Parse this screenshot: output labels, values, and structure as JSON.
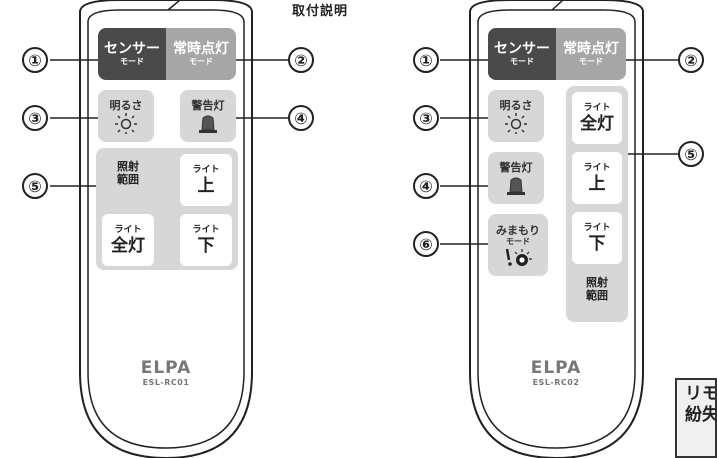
{
  "top_label": "取付説明",
  "remote1": {
    "sensor_button": {
      "line1": "センサー",
      "line2": "モード"
    },
    "constant_button": {
      "line1": "常時点灯",
      "line2": "モード"
    },
    "brightness_button": {
      "label": "明るさ",
      "icon": "sun-icon"
    },
    "warning_button": {
      "label": "警告灯",
      "icon": "warning-light-icon"
    },
    "range_panel": {
      "label": "照射\n範囲",
      "up_button": {
        "small": "ライト",
        "big": "上"
      },
      "all_button": {
        "small": "ライト",
        "big": "全灯"
      },
      "down_button": {
        "small": "ライト",
        "big": "下"
      }
    },
    "brand": "ELPA",
    "model": "ESL-RC01"
  },
  "remote2": {
    "sensor_button": {
      "line1": "センサー",
      "line2": "モード"
    },
    "constant_button": {
      "line1": "常時点灯",
      "line2": "モード"
    },
    "brightness_button": {
      "label": "明るさ",
      "icon": "sun-icon"
    },
    "warning_button": {
      "label": "警告灯",
      "icon": "warning-light-icon"
    },
    "mimamori_button": {
      "line1": "みまもり",
      "line2": "モード",
      "icon": "watching-eye-icon"
    },
    "range_panel": {
      "label": "照射\n範囲",
      "all_button": {
        "small": "ライト",
        "big": "全灯"
      },
      "up_button": {
        "small": "ライト",
        "big": "上"
      },
      "down_button": {
        "small": "ライト",
        "big": "下"
      }
    },
    "brand": "ELPA",
    "model": "ESL-RC02"
  },
  "callouts": {
    "r1": [
      "①",
      "②",
      "③",
      "④",
      "⑤"
    ],
    "r2": [
      "①",
      "②",
      "③",
      "④",
      "⑤",
      "⑥"
    ]
  },
  "side_box": {
    "line1": "リモ",
    "line2": "紛失"
  },
  "colors": {
    "dark_button": "#4a4a4a",
    "mid_button": "#a6a6a6",
    "gray_button": "#d7d7d7",
    "outline": "#222222"
  }
}
